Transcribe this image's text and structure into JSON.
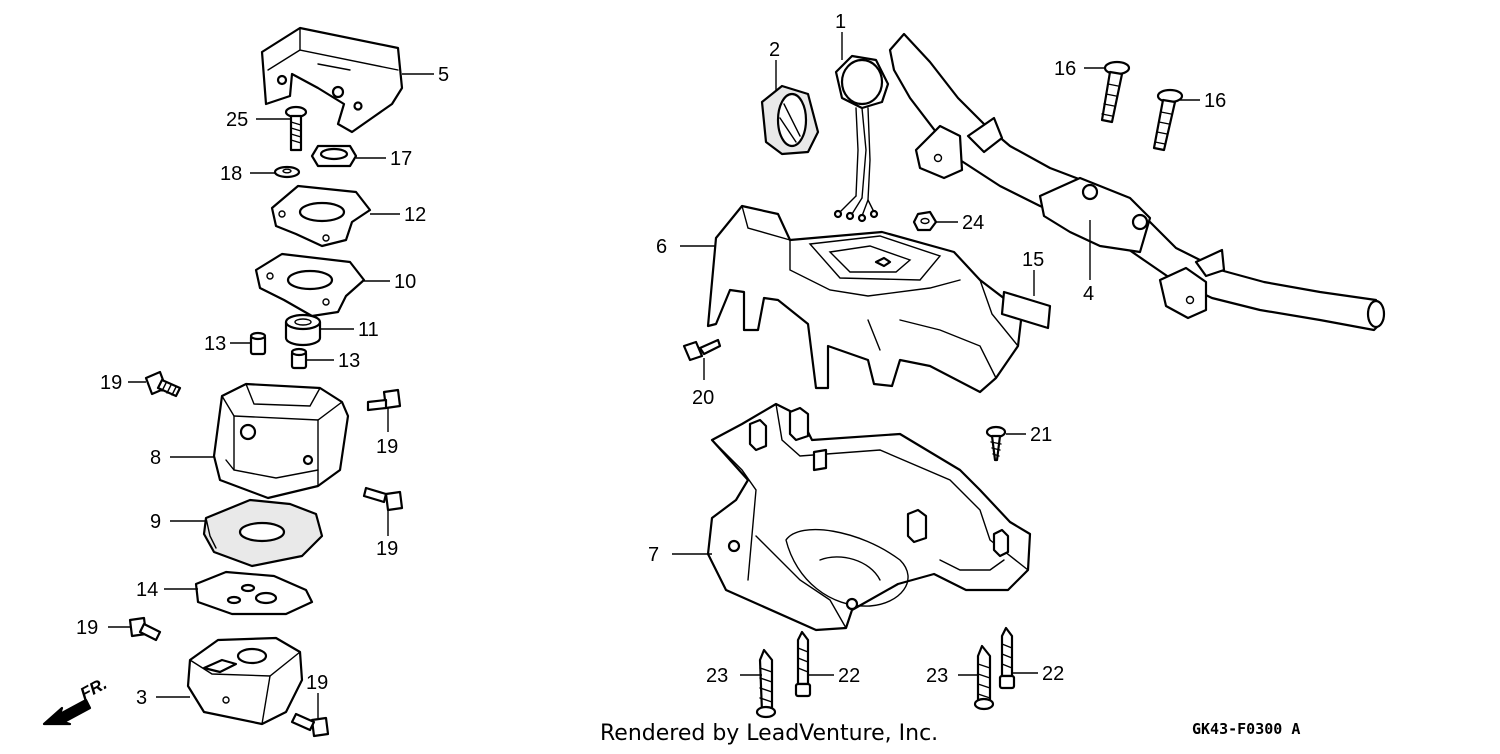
{
  "diagram": {
    "labels": {
      "p1": "1",
      "p2": "2",
      "p3": "3",
      "p4": "4",
      "p5": "5",
      "p6": "6",
      "p7": "7",
      "p8": "8",
      "p9": "9",
      "p10": "10",
      "p11": "11",
      "p12": "12",
      "p13a": "13",
      "p13b": "13",
      "p14": "14",
      "p15": "15",
      "p16a": "16",
      "p16b": "16",
      "p17": "17",
      "p18": "18",
      "p19a": "19",
      "p19b": "19",
      "p19c": "19",
      "p19d": "19",
      "p19e": "19",
      "p20": "20",
      "p21": "21",
      "p22a": "22",
      "p22b": "22",
      "p23a": "23",
      "p23b": "23",
      "p24": "24",
      "p25": "25"
    },
    "direction_marker": "FR.",
    "credit": "Rendered by LeadVenture, Inc.",
    "diagram_code": "GK43-F0300 A"
  }
}
